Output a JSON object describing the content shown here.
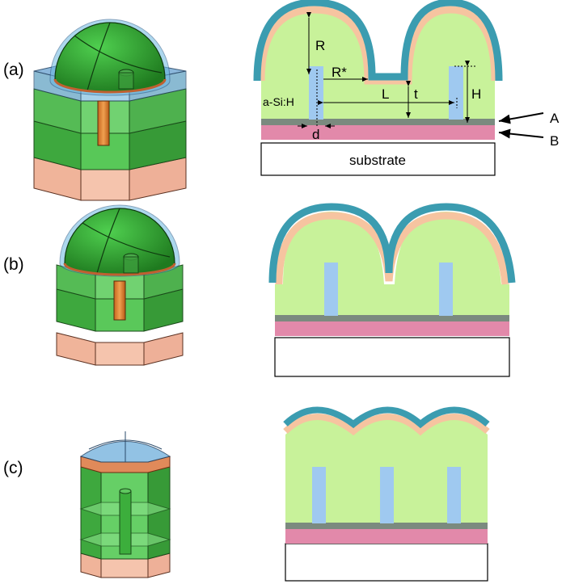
{
  "panels": [
    {
      "label": "(a)"
    },
    {
      "label": "(b)"
    },
    {
      "label": "(c)"
    }
  ],
  "annotations": {
    "R": "R",
    "R_star": "R*",
    "L": "L",
    "t": "t",
    "H": "H",
    "d": "d",
    "material": "a-Si:H",
    "layer_A": "A",
    "layer_B": "B",
    "substrate": "substrate"
  },
  "colors": {
    "teal_coating": "#3b9cb0",
    "peach_layer": "#f6c4a0",
    "absorber_green": "#c8f29a",
    "nanorod_blue": "#9fc9f0",
    "gray_layer": "#7b8a7f",
    "pink_layer": "#e289aa",
    "render_green": "#3fb33f",
    "render_copper": "#e8a48a"
  }
}
